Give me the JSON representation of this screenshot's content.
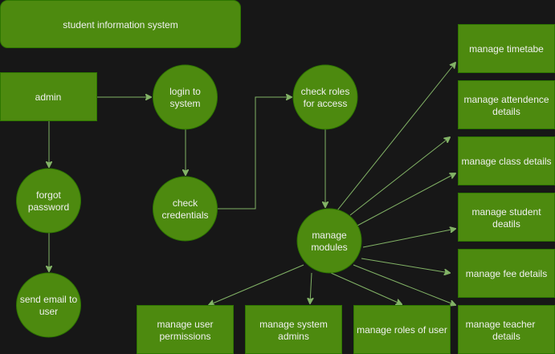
{
  "diagram": {
    "title": "student information system",
    "nodes": {
      "admin": "admin",
      "login": [
        "login to",
        "system"
      ],
      "check_roles": [
        "check roles",
        "for access"
      ],
      "forgot_password": [
        "forgot",
        "password"
      ],
      "check_credentials": [
        "check",
        "credentials"
      ],
      "manage_modules": [
        "manage",
        "modules"
      ],
      "send_email": [
        "send email to",
        "user"
      ],
      "manage_timetable": [
        "manage timetabe"
      ],
      "manage_attendance": [
        "manage attendence",
        "details"
      ],
      "manage_class": [
        "manage class details"
      ],
      "manage_student": [
        "manage student",
        "deatils"
      ],
      "manage_fee": [
        "manage fee details"
      ],
      "manage_teacher": [
        "manage teacher",
        "details"
      ],
      "manage_user_permissions": [
        "manage user",
        "permissions"
      ],
      "manage_system_admins": [
        "manage system",
        "admins"
      ],
      "manage_roles": [
        "manage roles of user"
      ]
    },
    "colors": {
      "background": "#171717",
      "fill": "#4d8a0f",
      "stroke": "#2d7600",
      "edge": "#82b366",
      "text": "#f0f0f0"
    }
  }
}
